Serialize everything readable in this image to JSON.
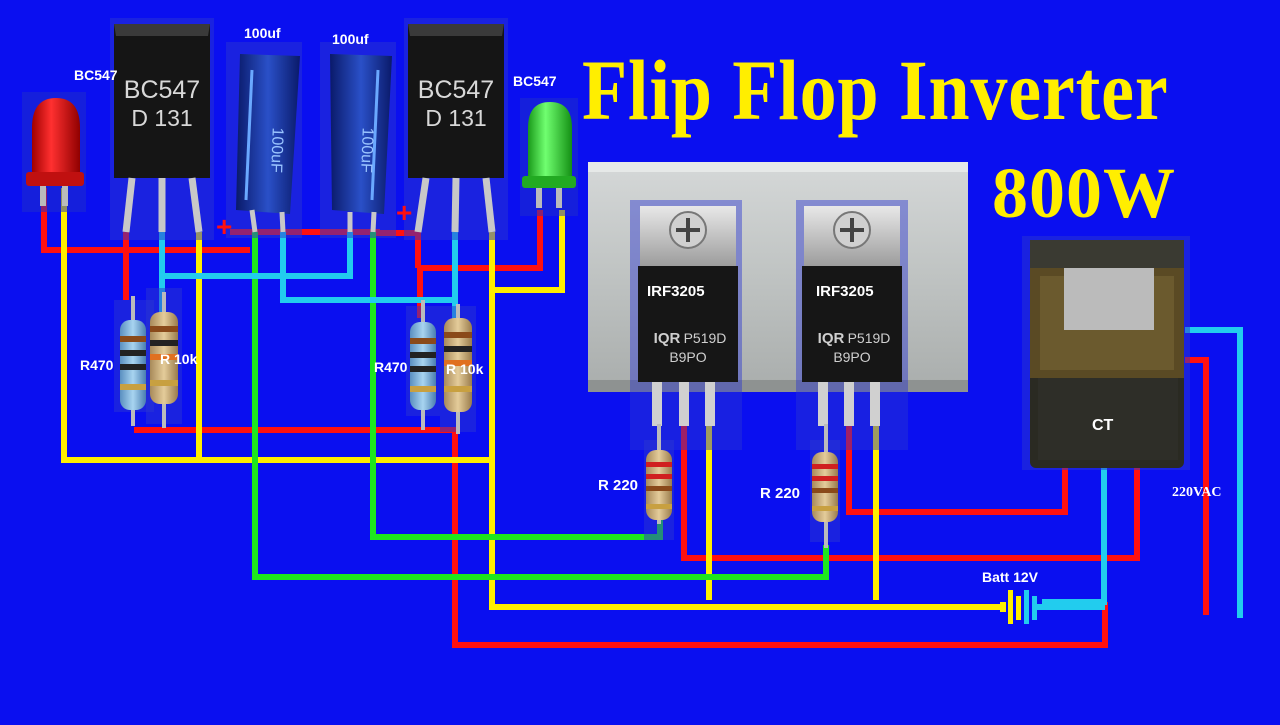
{
  "title": "Flip Flop Inverter",
  "subtitle": "800W",
  "labels": {
    "q1": "BC547",
    "q2": "BC547",
    "c1": "100uf",
    "c2": "100uf",
    "r470_left": "R470",
    "r10k_left": "R 10k",
    "r470_right": "R470",
    "r10k_right": "R 10k",
    "mosfet1": "IRF3205",
    "mosfet2": "IRF3205",
    "r220_left": "R 220",
    "r220_right": "R 220",
    "ct": "CT",
    "ac_out": "220VAC",
    "battery": "Batt 12V",
    "plus1": "+",
    "plus2": "+"
  },
  "markings": {
    "transistor_line1": "BC547",
    "transistor_line2": "D 131",
    "mosfet_logo": "IQR",
    "mosfet_code1": "P519D",
    "mosfet_code2": "B9PO",
    "cap_text": "100uF"
  },
  "colors": {
    "background": "#0a0ff0",
    "title": "#ffee00",
    "wire_red": "#ff1010",
    "wire_yellow": "#ffee00",
    "wire_green": "#1ee61e",
    "wire_cyan": "#22ccee"
  }
}
